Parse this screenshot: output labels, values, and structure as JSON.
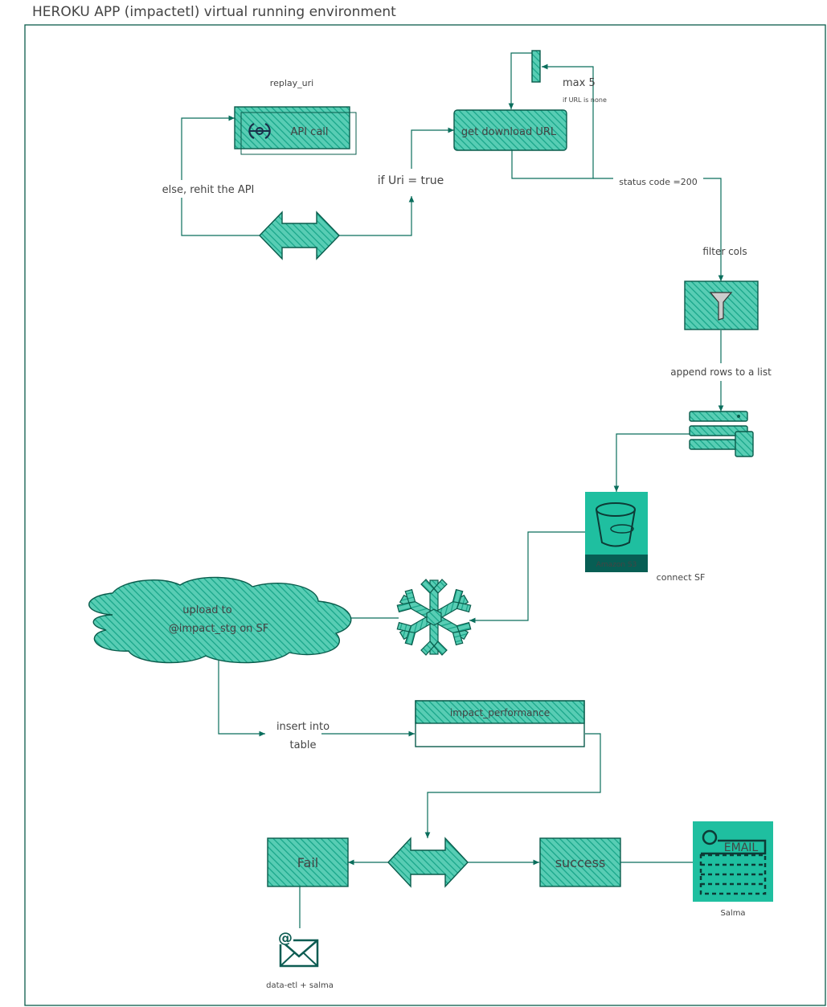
{
  "environment": {
    "title": "HEROKU APP (impactetl) virtual running environment"
  },
  "colors": {
    "accent": "#1fbfa0",
    "stroke": "#0a5c4c",
    "dark": "#075e54"
  },
  "nodes": {
    "api_call": {
      "label": "API call",
      "caption": "replay_uri"
    },
    "get_download_url": {
      "label": "get download URL"
    },
    "max_retry": {
      "label": "max 5",
      "sublabel": "if URL is none"
    },
    "filter": {
      "icon": "filter-icon"
    },
    "list_storage": {
      "icon": "database-icon"
    },
    "s3": {
      "label": "Amazon S3",
      "icon": "bucket-icon"
    },
    "snowflake": {
      "icon": "snowflake-icon"
    },
    "cloud": {
      "line1": "upload to",
      "line2": "@impact_stg on SF"
    },
    "table": {
      "header": "impact_performance"
    },
    "fail": {
      "label": "Fail"
    },
    "success": {
      "label": "success"
    },
    "email_success": {
      "caption": "Salma",
      "badge": "EMAIL",
      "icon": "email-calendar-icon"
    },
    "email_fail": {
      "caption": "data-etl + salma",
      "icon": "mail-at-icon"
    }
  },
  "edges": {
    "else_rehit": "else, rehit the API",
    "if_uri_true": "if Uri = true",
    "status_code": "status code =200",
    "filter_cols": "filter cols",
    "append_rows": "append rows to a list",
    "connect_sf": "connect SF",
    "insert_into_line1": "insert into",
    "insert_into_line2": "table"
  }
}
